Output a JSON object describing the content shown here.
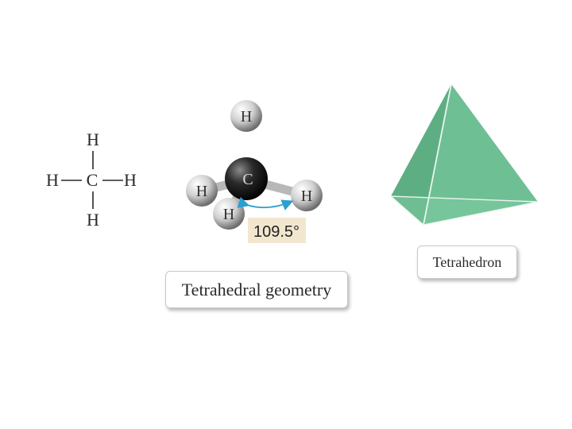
{
  "structural_formula": {
    "center_atom": "C",
    "top_atom": "H",
    "bottom_atom": "H",
    "left_atom": "H",
    "right_atom": "H"
  },
  "ball_and_stick_model": {
    "center_atom": "C",
    "atom_top": "H",
    "atom_left": "H",
    "atom_front": "H",
    "atom_right": "H",
    "bond_angle": "109.5°",
    "bond_angle_box_color": "#f3e6cf",
    "angle_arrow_color": "#2a9fd0",
    "carbon_color": "#1f1f1f",
    "hydrogen_color": "#cfcfcf"
  },
  "labels": {
    "model_label": "Tetrahedral geometry",
    "shape_label": "Tetrahedron"
  },
  "tetrahedron": {
    "face_color": "#6fbf95",
    "edge_color": "#e8f7ee"
  }
}
